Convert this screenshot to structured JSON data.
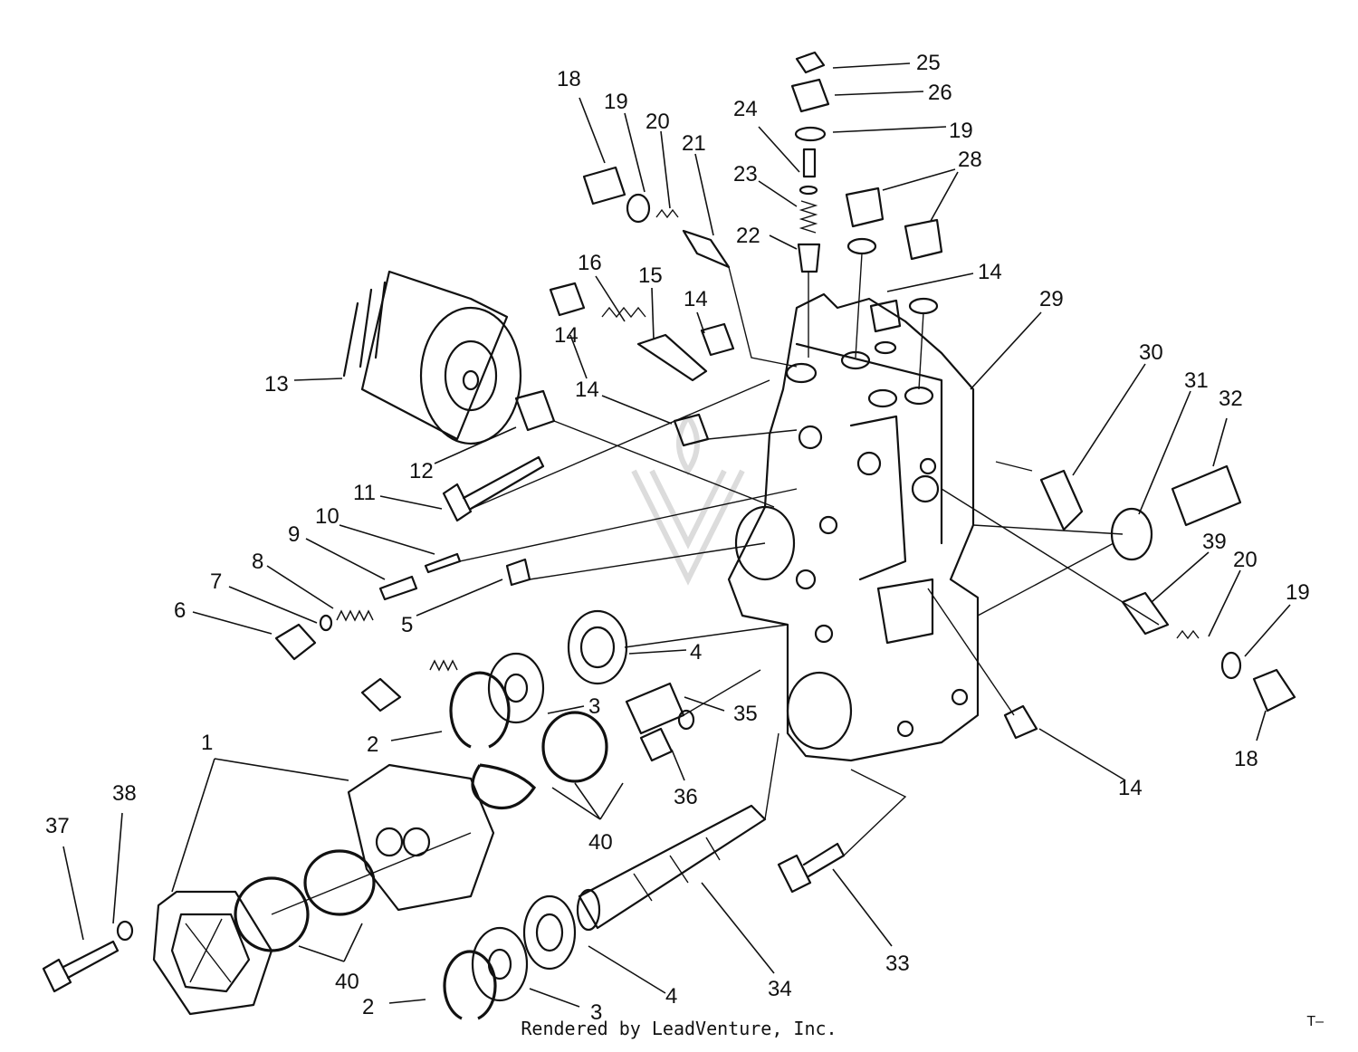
{
  "diagram": {
    "labels": {
      "l1": "1",
      "l2a": "2",
      "l2b": "2",
      "l3a": "3",
      "l3b": "3",
      "l4a": "4",
      "l4b": "4",
      "l5": "5",
      "l6": "6",
      "l7": "7",
      "l8": "8",
      "l9": "9",
      "l10": "10",
      "l11": "11",
      "l12": "12",
      "l13": "13",
      "l14a": "14",
      "l14b": "14",
      "l14c": "14",
      "l14d": "14",
      "l14e": "14",
      "l15": "15",
      "l16": "16",
      "l18a": "18",
      "l18b": "18",
      "l19a": "19",
      "l19b": "19",
      "l19c": "19",
      "l20a": "20",
      "l20b": "20",
      "l21": "21",
      "l22": "22",
      "l23": "23",
      "l24": "24",
      "l25": "25",
      "l26": "26",
      "l28": "28",
      "l29": "29",
      "l30": "30",
      "l31": "31",
      "l32": "32",
      "l33": "33",
      "l34": "34",
      "l35": "35",
      "l36": "36",
      "l37": "37",
      "l38": "38",
      "l39": "39",
      "l40a": "40",
      "l40b": "40"
    },
    "footer": "Rendered by LeadVenture, Inc.",
    "corner_mark": "T–"
  }
}
